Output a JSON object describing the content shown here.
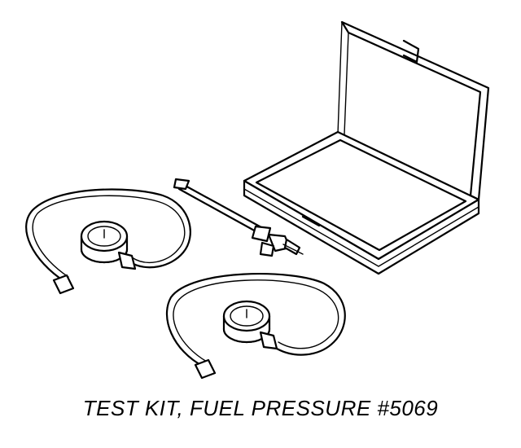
{
  "caption": "TEST KIT, FUEL PRESSURE #5069",
  "items": [
    {
      "name": "carrying-case"
    },
    {
      "name": "fuel-pressure-gauge",
      "variant": "left"
    },
    {
      "name": "fuel-pressure-gauge",
      "variant": "right"
    },
    {
      "name": "adapter-tee-hose"
    }
  ]
}
